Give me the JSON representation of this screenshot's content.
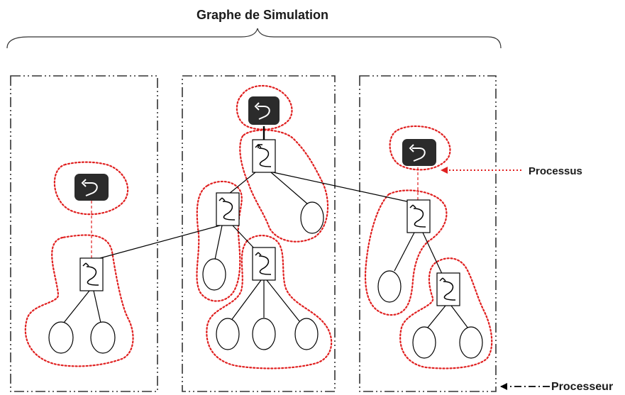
{
  "title": "Graphe de Simulation",
  "legend": {
    "process_label": "Processus",
    "processor_label": "Processeur"
  },
  "colors": {
    "process_outline": "#e02020",
    "processor_frame": "#333333",
    "edge": "#000000",
    "root_box": "#2b2b2b"
  },
  "icons": {
    "root_node": "return-arrow-icon",
    "simulator_node": "return-arrow-icon"
  }
}
